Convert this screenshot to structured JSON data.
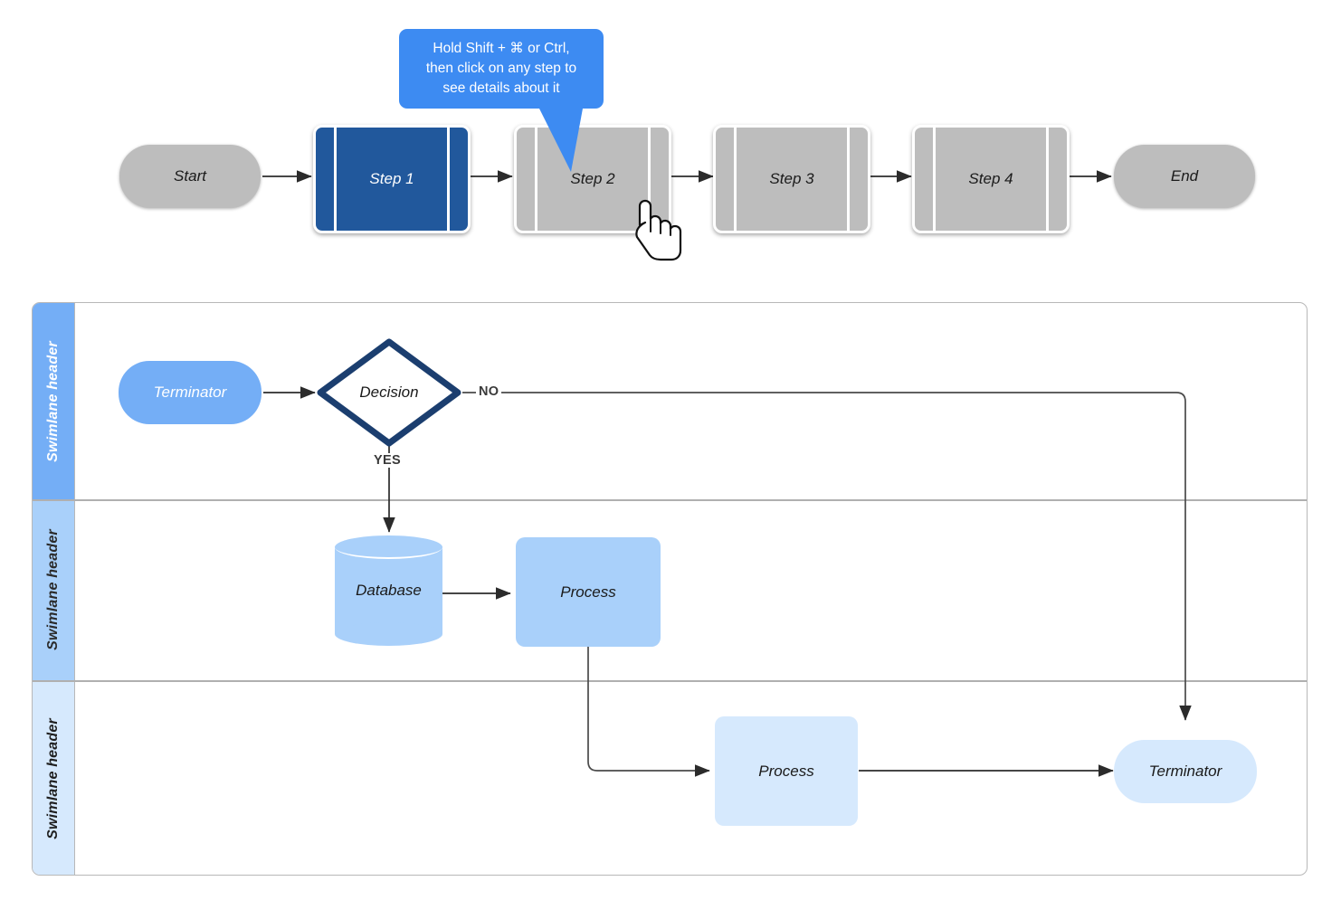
{
  "tooltip": {
    "line1": "Hold Shift + ⌘ or Ctrl,",
    "line2": "then click on any step to",
    "line3": "see details about it",
    "color": "#3d8bf2"
  },
  "top_flow": {
    "nodes": [
      {
        "id": "start",
        "label": "Start",
        "shape": "terminator",
        "state": "normal"
      },
      {
        "id": "step1",
        "label": "Step 1",
        "shape": "predefined-process",
        "state": "selected"
      },
      {
        "id": "step2",
        "label": "Step 2",
        "shape": "predefined-process",
        "state": "normal"
      },
      {
        "id": "step3",
        "label": "Step 3",
        "shape": "predefined-process",
        "state": "normal"
      },
      {
        "id": "step4",
        "label": "Step 4",
        "shape": "predefined-process",
        "state": "normal"
      },
      {
        "id": "end",
        "label": "End",
        "shape": "terminator",
        "state": "normal"
      }
    ],
    "colors": {
      "normal": "#bdbdbd",
      "selected": "#21589c",
      "connector": "#2b2b2b"
    }
  },
  "swimlanes": {
    "lanes": [
      {
        "id": "lane1",
        "header": "Swimlane header",
        "fill": "#74aef6",
        "text_color": "#ffffff"
      },
      {
        "id": "lane2",
        "header": "Swimlane header",
        "fill": "#a9d0fa",
        "text_color": "#2b2b2b"
      },
      {
        "id": "lane3",
        "header": "Swimlane header",
        "fill": "#d6e9fd",
        "text_color": "#1f1f1f"
      }
    ],
    "nodes": [
      {
        "id": "terminator_start",
        "label": "Terminator",
        "shape": "terminator",
        "lane": "lane1",
        "fill": "#74aef6"
      },
      {
        "id": "decision",
        "label": "Decision",
        "shape": "decision",
        "lane": "lane1",
        "fill": "#ffffff",
        "stroke": "#1b3e6f"
      },
      {
        "id": "database",
        "label": "Database",
        "shape": "database",
        "lane": "lane2",
        "fill": "#a9d0fa"
      },
      {
        "id": "process_mid",
        "label": "Process",
        "shape": "process",
        "lane": "lane2",
        "fill": "#a9d0fa"
      },
      {
        "id": "process_bottom",
        "label": "Process",
        "shape": "process",
        "lane": "lane3",
        "fill": "#d6e9fd"
      },
      {
        "id": "terminator_end",
        "label": "Terminator",
        "shape": "terminator",
        "lane": "lane3",
        "fill": "#d6e9fd"
      }
    ],
    "edge_labels": {
      "yes": "YES",
      "no": "NO"
    }
  },
  "cursor": {
    "type": "pointing-hand"
  }
}
